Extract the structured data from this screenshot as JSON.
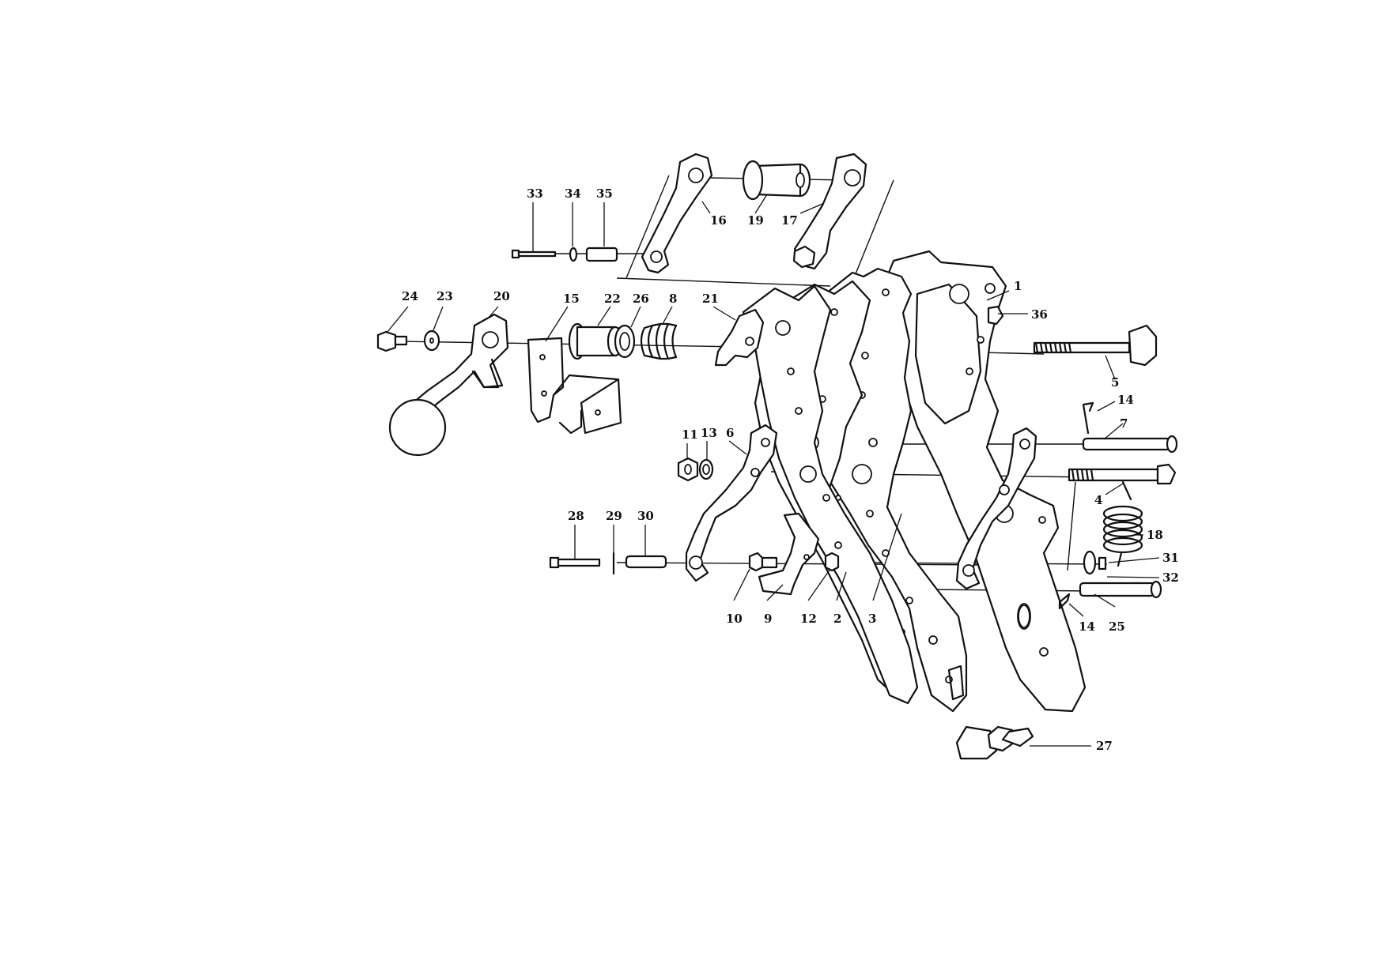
{
  "diagram": {
    "callouts": [
      {
        "id": "c1",
        "text": "1"
      },
      {
        "id": "c2",
        "text": "2"
      },
      {
        "id": "c3",
        "text": "3"
      },
      {
        "id": "c4",
        "text": "4"
      },
      {
        "id": "c5",
        "text": "5"
      },
      {
        "id": "c6",
        "text": "6"
      },
      {
        "id": "c7",
        "text": "7"
      },
      {
        "id": "c8",
        "text": "8"
      },
      {
        "id": "c9",
        "text": "9"
      },
      {
        "id": "c10",
        "text": "10"
      },
      {
        "id": "c11",
        "text": "11"
      },
      {
        "id": "c12",
        "text": "12"
      },
      {
        "id": "c13",
        "text": "13"
      },
      {
        "id": "c14a",
        "text": "14"
      },
      {
        "id": "c14b",
        "text": "14"
      },
      {
        "id": "c15",
        "text": "15"
      },
      {
        "id": "c16",
        "text": "16"
      },
      {
        "id": "c17",
        "text": "17"
      },
      {
        "id": "c18",
        "text": "18"
      },
      {
        "id": "c19",
        "text": "19"
      },
      {
        "id": "c20",
        "text": "20"
      },
      {
        "id": "c21",
        "text": "21"
      },
      {
        "id": "c22",
        "text": "22"
      },
      {
        "id": "c23",
        "text": "23"
      },
      {
        "id": "c24",
        "text": "24"
      },
      {
        "id": "c25",
        "text": "25"
      },
      {
        "id": "c26",
        "text": "26"
      },
      {
        "id": "c27",
        "text": "27"
      },
      {
        "id": "c28",
        "text": "28"
      },
      {
        "id": "c29",
        "text": "29"
      },
      {
        "id": "c30",
        "text": "30"
      },
      {
        "id": "c31",
        "text": "31"
      },
      {
        "id": "c32",
        "text": "32"
      },
      {
        "id": "c33",
        "text": "33"
      },
      {
        "id": "c34",
        "text": "34"
      },
      {
        "id": "c35",
        "text": "35"
      },
      {
        "id": "c36",
        "text": "36"
      }
    ]
  }
}
